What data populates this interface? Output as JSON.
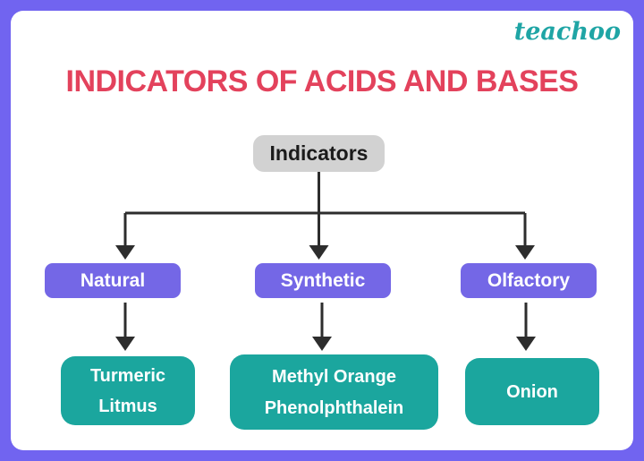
{
  "brand": {
    "logo_text": "teachoo"
  },
  "title": "INDICATORS OF ACIDS AND BASES",
  "diagram": {
    "root": {
      "label": "Indicators"
    },
    "branches": [
      {
        "label": "Natural",
        "items": [
          "Turmeric",
          "Litmus"
        ]
      },
      {
        "label": "Synthetic",
        "items": [
          "Methyl Orange",
          "Phenolphthalein"
        ]
      },
      {
        "label": "Olfactory",
        "items": [
          "Onion"
        ]
      }
    ]
  },
  "colors": {
    "frame_purple": "#7164F0",
    "branch_purple": "#7467E6",
    "leaf_teal": "#1BA69E",
    "title_red": "#E3425C",
    "root_gray": "#D2D2D2",
    "brand_teal": "#1FA5A5",
    "connector_dark": "#2D2D2D"
  }
}
